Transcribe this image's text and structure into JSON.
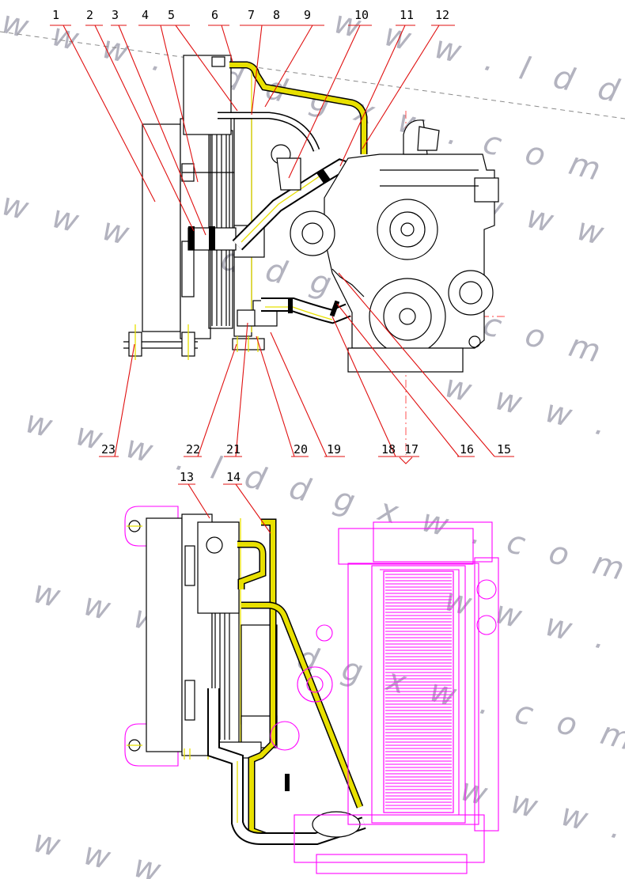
{
  "watermark": {
    "text_wide": "- - - - w w w . l d d g x w . c o m - - - - -",
    "text_a": "w w w . l d d g x w . c o m",
    "text_b": "w w w . l d d g x w . c o m",
    "text_c": "w w w . l d d g x w . c o m",
    "text_d": "w w w . l d d g x w . c o m",
    "text_e": "w w w . l d",
    "text_f": "w w w . l d d g x w . c o m",
    "text_g": "w w w . l d",
    "text_h": "w w w . l d c",
    "text_i": "w w w . l d c",
    "text_j": "w w w"
  },
  "callouts_top": {
    "n1": "1",
    "n2": "2",
    "n3": "3",
    "n4": "4",
    "n5": "5",
    "n6": "6",
    "n7": "7",
    "n8": "8",
    "n9": "9",
    "n10": "10",
    "n11": "11",
    "n12": "12"
  },
  "callouts_bottom": {
    "n23": "23",
    "n22": "22",
    "n21": "21",
    "n20": "20",
    "n19": "19",
    "n18": "18",
    "n17": "17",
    "n16": "16",
    "n15": "15"
  },
  "callouts_lower_view": {
    "n13": "13",
    "n14": "14"
  },
  "colors": {
    "leader": "#e01010",
    "pipe": "#e8e000",
    "engine_outline_lower": "#ff00ff",
    "watermark": "#a6a6b4"
  }
}
